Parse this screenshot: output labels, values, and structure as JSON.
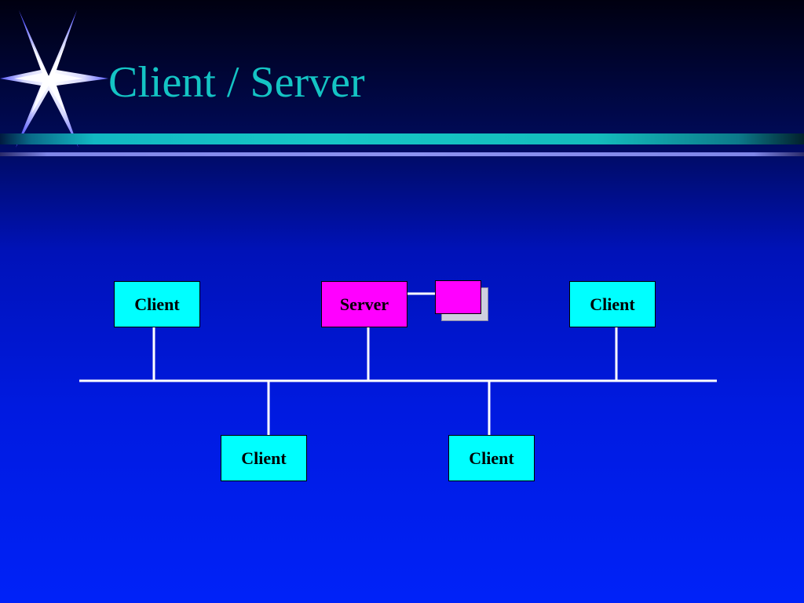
{
  "slide": {
    "title": "Client / Server"
  },
  "diagram": {
    "nodes": [
      {
        "id": "client-1",
        "label": "Client",
        "role": "client"
      },
      {
        "id": "server",
        "label": "Server",
        "role": "server"
      },
      {
        "id": "client-2",
        "label": "Client",
        "role": "client"
      },
      {
        "id": "client-3",
        "label": "Client",
        "role": "client"
      },
      {
        "id": "client-4",
        "label": "Client",
        "role": "client"
      }
    ],
    "attachments": [
      {
        "id": "server-storage",
        "attached_to": "server"
      }
    ],
    "bus": {
      "connected": [
        "client-1",
        "server",
        "client-2",
        "client-3",
        "client-4"
      ]
    }
  },
  "colors": {
    "title": "#14c4c4",
    "client": "#00ffff",
    "server": "#ff00ff",
    "lines": "#ffffff",
    "background": "#0018d8"
  }
}
